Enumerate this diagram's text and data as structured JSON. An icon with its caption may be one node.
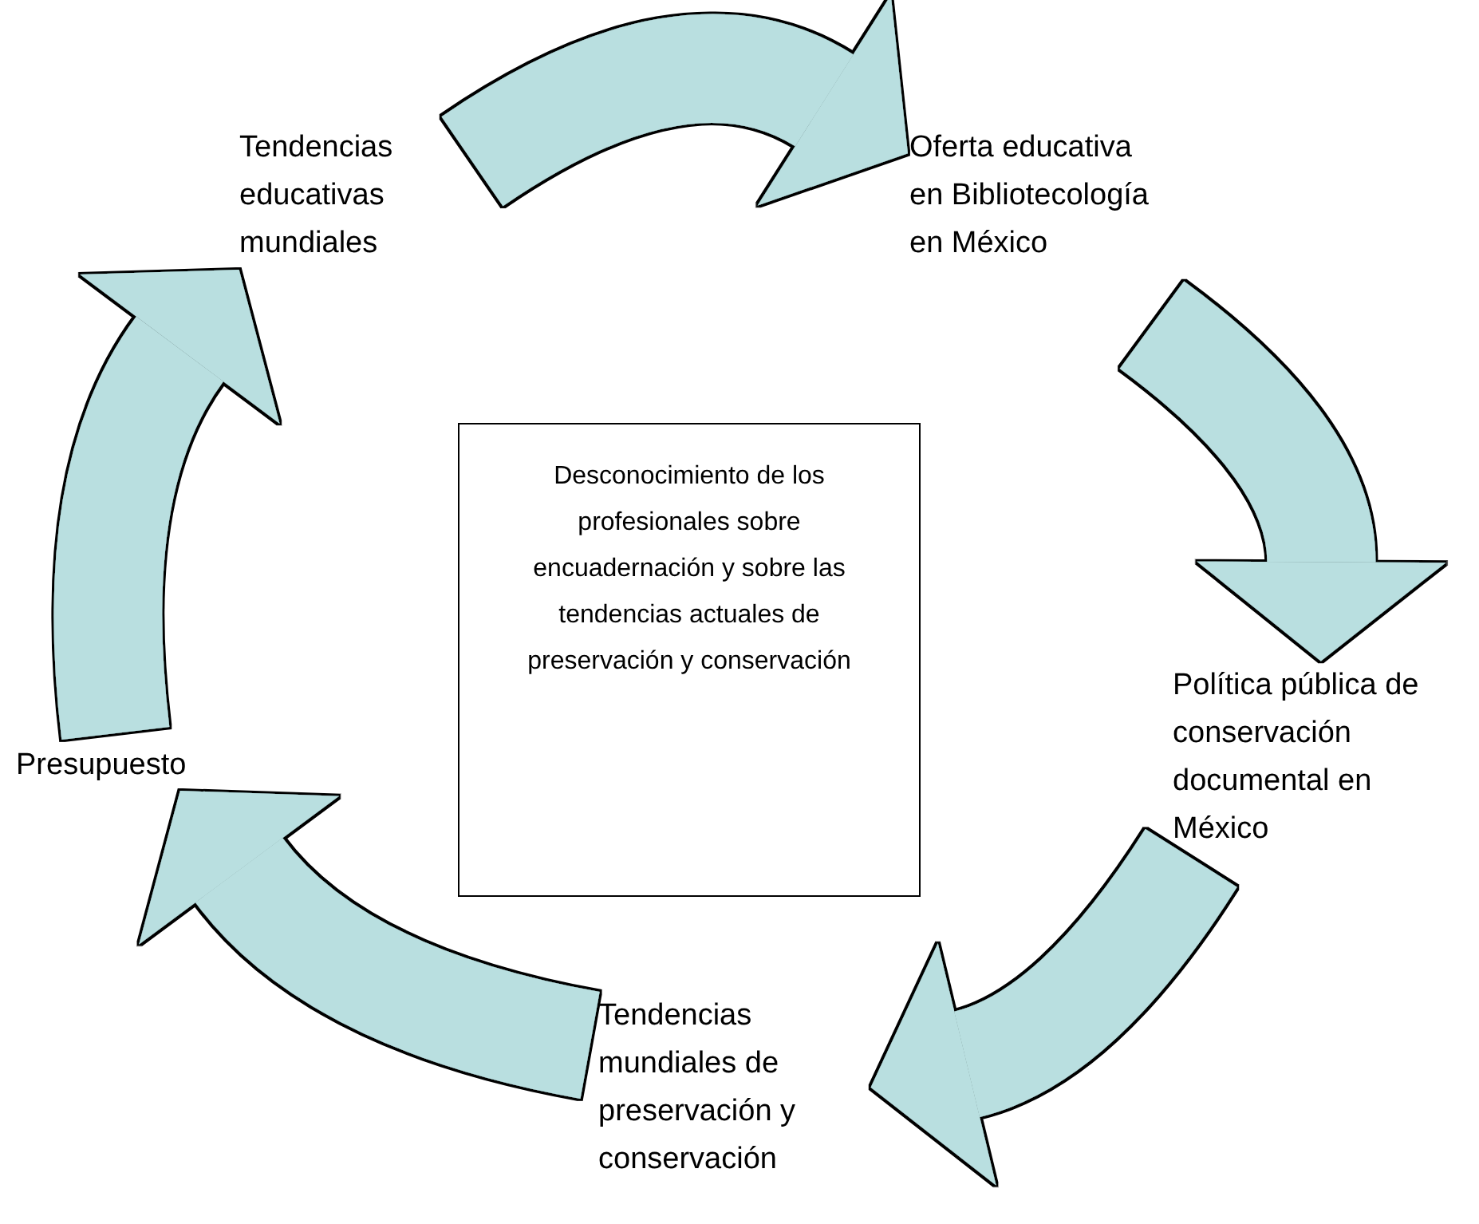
{
  "diagram": {
    "nodes": [
      {
        "text": [
          "Tendencias educativas mundiales"
        ]
      },
      {
        "text": [
          "Oferta educativa en Bibliotecología en México"
        ]
      },
      {
        "text": [
          "Desconocimiento de los profesionales sobre encuadernación y sobre las tendencias actuales de preservación y conservación"
        ]
      },
      {
        "text": [
          "Política pública de conservación documental en México"
        ]
      },
      {
        "text": [
          "Presupuesto"
        ]
      },
      {
        "text": [
          "Tendencias mundiales de preservación y conservación"
        ]
      }
    ],
    "edges": [
      {
        "from": 0,
        "to": 1,
        "arrow": "to"
      },
      {
        "from": 1,
        "to": 3,
        "arrow": "to"
      },
      {
        "from": 3,
        "to": 5,
        "arrow": "to"
      },
      {
        "from": 5,
        "to": 4,
        "arrow": "to"
      },
      {
        "from": 4,
        "to": 0,
        "arrow": "to"
      }
    ]
  }
}
